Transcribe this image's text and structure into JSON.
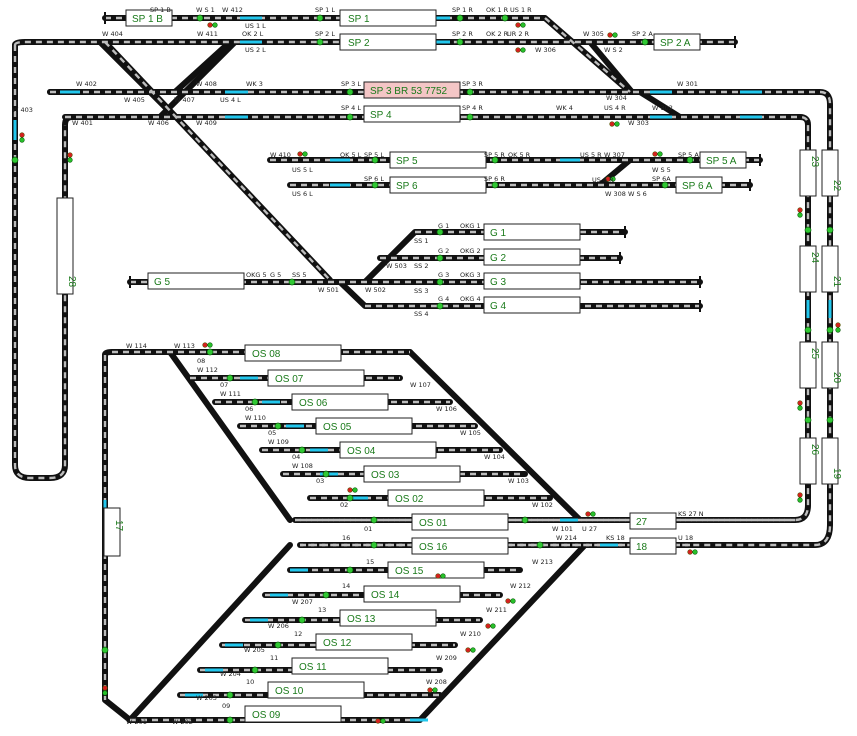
{
  "blocks": [
    {
      "id": "sp1b",
      "label": "SP 1 B"
    },
    {
      "id": "sp1",
      "label": "SP 1"
    },
    {
      "id": "sp2",
      "label": "SP 2"
    },
    {
      "id": "sp2a",
      "label": "SP 2 A"
    },
    {
      "id": "sp3",
      "label": "SP 3 BR 53 7752"
    },
    {
      "id": "sp4",
      "label": "SP 4"
    },
    {
      "id": "sp5",
      "label": "SP 5"
    },
    {
      "id": "sp5a",
      "label": "SP 5 A"
    },
    {
      "id": "sp6",
      "label": "SP 6"
    },
    {
      "id": "sp6a",
      "label": "SP 6 A"
    },
    {
      "id": "g1",
      "label": "G 1"
    },
    {
      "id": "g2",
      "label": "G 2"
    },
    {
      "id": "g3",
      "label": "G 3"
    },
    {
      "id": "g4",
      "label": "G 4"
    },
    {
      "id": "g5",
      "label": "G 5"
    },
    {
      "id": "os08",
      "label": "OS 08"
    },
    {
      "id": "os07",
      "label": "OS 07"
    },
    {
      "id": "os06",
      "label": "OS 06"
    },
    {
      "id": "os05",
      "label": "OS 05"
    },
    {
      "id": "os04",
      "label": "OS 04"
    },
    {
      "id": "os03",
      "label": "OS 03"
    },
    {
      "id": "os02",
      "label": "OS 02"
    },
    {
      "id": "os01",
      "label": "OS 01"
    },
    {
      "id": "os16",
      "label": "OS 16"
    },
    {
      "id": "os15",
      "label": "OS 15"
    },
    {
      "id": "os14",
      "label": "OS 14"
    },
    {
      "id": "os13",
      "label": "OS 13"
    },
    {
      "id": "os12",
      "label": "OS 12"
    },
    {
      "id": "os11",
      "label": "OS 11"
    },
    {
      "id": "os10",
      "label": "OS 10"
    },
    {
      "id": "os09",
      "label": "OS 09"
    },
    {
      "id": "b27",
      "label": "27"
    },
    {
      "id": "b18",
      "label": "18"
    },
    {
      "id": "b17",
      "label": "17"
    },
    {
      "id": "b28",
      "label": "28"
    },
    {
      "id": "b23",
      "label": "23"
    },
    {
      "id": "b22",
      "label": "22"
    },
    {
      "id": "b24",
      "label": "24"
    },
    {
      "id": "b21",
      "label": "21"
    },
    {
      "id": "b25",
      "label": "25"
    },
    {
      "id": "b20",
      "label": "20"
    },
    {
      "id": "b26",
      "label": "26"
    },
    {
      "id": "b19",
      "label": "19"
    }
  ],
  "labels": [
    "SP 1 B",
    "W S 1",
    "W 412",
    "US 1 L",
    "SP 1 L",
    "SP 1 R",
    "OK 1 R",
    "US 1 R",
    "W 404",
    "W 411",
    "OK 2 L",
    "US 2 L",
    "SP 2 L",
    "SP 2 R",
    "OK 2 R",
    "UR 2 R",
    "W 306",
    "W 305",
    "SP 2 A",
    "W S 2",
    "W 402",
    "W 408",
    "WK 3",
    "W 405",
    "W 407",
    "US 4 L",
    "SP 3 L",
    "SP 3 R",
    "W 304",
    "W 301",
    "W 401",
    "W 406",
    "W 409",
    "SP 4 L",
    "SP 4 R",
    "WK 4",
    "US 4 R",
    "US 6 R",
    "W 302",
    "W 303",
    "W 410",
    "OK 5 L",
    "SP 5 L",
    "SP 5 R",
    "OK 5 R",
    "US 5 R",
    "W 307",
    "SP 5 A",
    "US 5 L",
    "SP 6 L",
    "SP 6 R",
    "W 308",
    "W S 6",
    "SP 6A",
    "US 6 L",
    "W 403",
    "W S 5",
    "G 1",
    "OKG 1",
    "SS 1",
    "G 2",
    "OKG 2",
    "W 503",
    "SS 2",
    "G 3",
    "OKG 3",
    "SS 3",
    "G 4",
    "OKG 4",
    "SS 4",
    "OKG 5",
    "G 5",
    "SS 5",
    "W 501",
    "W 502",
    "W 114",
    "W 113",
    "08",
    "W 112",
    "07",
    "W 111",
    "06",
    "W 110",
    "05",
    "W 109",
    "04",
    "W 108",
    "03",
    "02",
    "01",
    "W 107",
    "W 106",
    "W 105",
    "W 104",
    "W 103",
    "W 102",
    "W 101",
    "U 27",
    "KS 27 N",
    "16",
    "W 214",
    "KS 18",
    "U 18",
    "15",
    "W 213",
    "14",
    "W 212",
    "W 207",
    "13",
    "W 211",
    "W 206",
    "12",
    "W 210",
    "W 205",
    "11",
    "W 209",
    "W 204",
    "10",
    "W 208",
    "W 203",
    "09",
    "W 201",
    "W 202"
  ],
  "colors": {
    "track": "#111111",
    "sleeper": "#bdbdbd",
    "occupied": "#22c8ee",
    "signal_go": "#27c02a",
    "signal_stop": "#d62020",
    "block_text": "#1a7a1a",
    "highlight_block": "#f4c6c6"
  }
}
